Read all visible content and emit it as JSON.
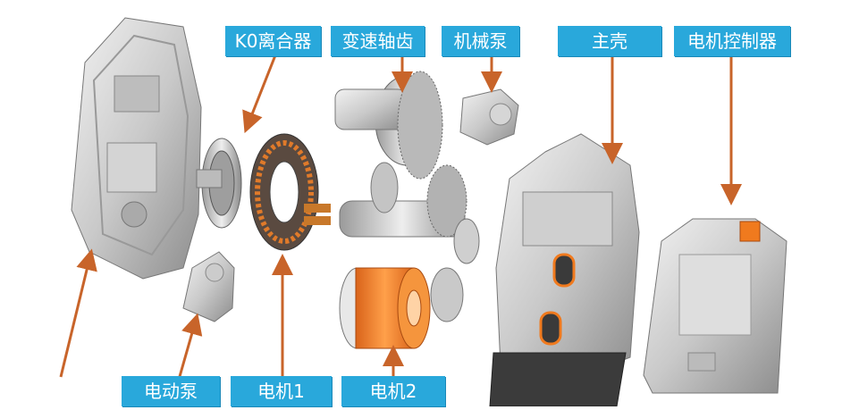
{
  "labels": {
    "k0_clutch": "K0离合器",
    "gearbox": "变速轴齿",
    "mech_pump": "机械泵",
    "main_housing": "主壳",
    "motor_controller": "电机控制器",
    "electric_pump": "电动泵",
    "motor1": "电机1",
    "motor2": "电机2"
  },
  "colors": {
    "label_bg": "#29a8db",
    "label_text": "#ffffff",
    "arrow": "#c8642a",
    "highlight": "#f07a1e"
  }
}
